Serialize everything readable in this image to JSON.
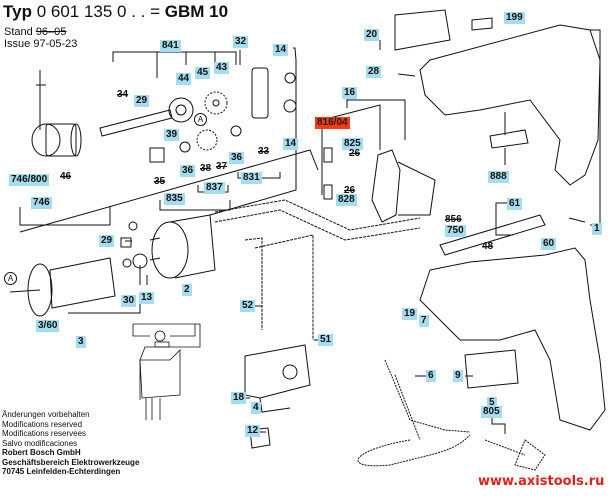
{
  "header": {
    "typ_prefix": "Typ",
    "typ_number": "0 601 135 0 . . =",
    "model": "GBM 10",
    "stand_label": "Stand",
    "stand_value": "96–05",
    "issue_label": "Issue",
    "issue_value": "97-05-23"
  },
  "parts": {
    "p841": "841",
    "p32": "32",
    "p14a": "14",
    "p44": "44",
    "p45": "45",
    "p43": "43",
    "p29a": "29",
    "p39": "39",
    "p36a": "36",
    "p36b": "36",
    "p36c": "36",
    "p14b": "14",
    "p746_800": "746/800",
    "p746": "746",
    "p835": "835",
    "p837": "837",
    "p831": "831",
    "p16": "16",
    "p816_04": "816/04",
    "p825": "825",
    "p828": "828",
    "p20": "20",
    "p199": "199",
    "p28": "28",
    "p888": "888",
    "p61": "61",
    "p750": "750",
    "p60": "60",
    "p1": "1",
    "p29b": "29",
    "p2": "2",
    "p30": "30",
    "p13": "13",
    "p3_60": "3/60",
    "p3": "3",
    "p52": "52",
    "p51": "51",
    "p19": "19",
    "p7": "7",
    "p6": "6",
    "p9": "9",
    "p18": "18",
    "p4": "4",
    "p12": "12",
    "p5": "5",
    "p805": "805"
  },
  "obsolete_parts": {
    "x34": "34",
    "x46": "46",
    "x35": "35",
    "x38": "38",
    "x37": "37",
    "x33": "33",
    "x26a": "26",
    "x26b": "26",
    "x856": "856",
    "x48": "48"
  },
  "markers": {
    "a1": "A",
    "a2": "A"
  },
  "notes": {
    "line1": "Änderungen vorbehalten",
    "line2": "Modifications reserved",
    "line3": "Modifications reservees",
    "line4": "Salvo modificaciones",
    "line5": "Robert Bosch GmbH",
    "line6": "Geschäftsbereich Elektrowerkzeuge",
    "line7": "70745 Leinfelden-Echterdingen"
  },
  "watermark": "www.axistools.ru",
  "colors": {
    "label_bg": "#a6dcef",
    "highlight_bg": "#ff3b12",
    "watermark": "#e0201a"
  }
}
